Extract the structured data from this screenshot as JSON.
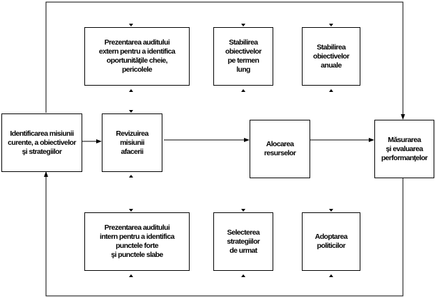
{
  "diagram": {
    "nodes": {
      "identify": "Identificarea misiunii\ncurente, a obiectivelor\nşi strategiilor",
      "review": "Revizuirea\nmisiunii\nafacerii",
      "external_audit": "Prezentarea auditului\nextern pentru a identifica\noportunităţile cheie,\npericolele",
      "long_term": "Stabilirea\nobiectivelor\npe termen\nlung",
      "annual": "Stabilirea\nobiectivelor\nanuale",
      "allocation": "Alocarea\nresurselor",
      "measure": "Măsurarea\nşi evaluarea\nperformanţelor",
      "internal_audit": "Prezentarea auditului\nintern pentru a identifica\npunctele forte\nşi punctele slabe",
      "strategy_select": "Selecterea\nstrategiilor\nde urmat",
      "policies": "Adoptarea\npoliticilor"
    },
    "edges": [
      [
        "identify",
        "review"
      ],
      [
        "review",
        "allocation"
      ],
      [
        "allocation",
        "measure"
      ],
      [
        "measure",
        "identify"
      ]
    ],
    "line_color": "#000000"
  }
}
